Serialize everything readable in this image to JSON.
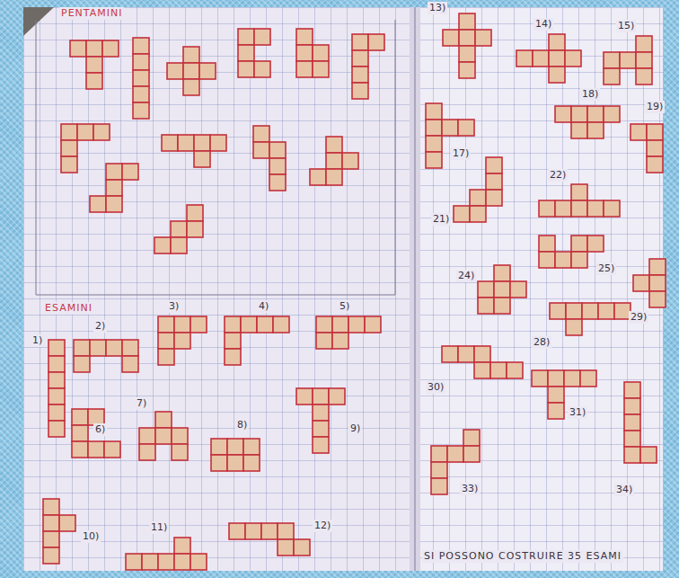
{
  "diagram": {
    "labels": [
      "PENTAMINI",
      "ESAMINI",
      "1)",
      "2)",
      "3)",
      "4)",
      "5)",
      "6)",
      "7)",
      "8)",
      "9)",
      "10)",
      "11)",
      "12)",
      "13)",
      "14)",
      "15)",
      "17)",
      "18)",
      "19)",
      "21)",
      "22)",
      "24)",
      "25)",
      "28)",
      "29)",
      "30)",
      "31)",
      "33)",
      "34)",
      "SI POSSONO COSTRUIRE 35 ESAMI"
    ]
  }
}
